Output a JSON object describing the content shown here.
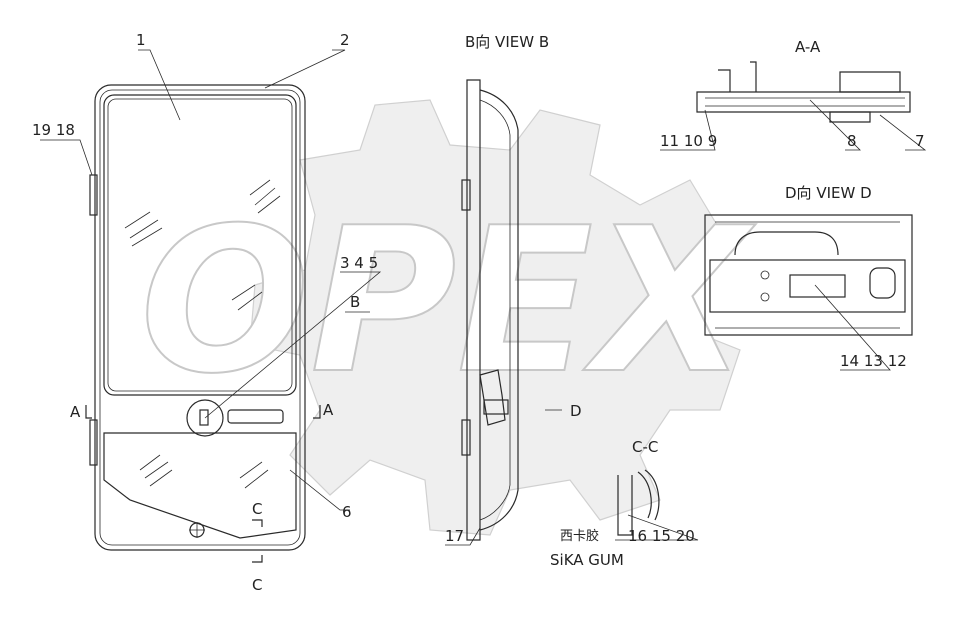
{
  "watermark": {
    "text": "OPEX"
  },
  "corner_mark": "",
  "views": {
    "view_b": "B向 VIEW B",
    "view_aa": "A-A",
    "view_d": "D向 VIEW D",
    "view_cc": "C-C"
  },
  "section_marks": {
    "a_left": "A",
    "a_right": "A",
    "b": "B",
    "c_upper": "C",
    "c_lower": "C",
    "d": "D"
  },
  "callouts": {
    "c1": "1",
    "c2": "2",
    "c19_18": "19 18",
    "c3_4_5": "3 4 5",
    "c6": "6",
    "c17": "17",
    "c11_10_9": "11 10 9",
    "c8": "8",
    "c7": "7",
    "c14_13_12": "14 13 12",
    "c16_15_20": "16 15 20"
  },
  "notes": {
    "sika_cn": "西卡胶",
    "sika_en": "SiKA GUM"
  }
}
